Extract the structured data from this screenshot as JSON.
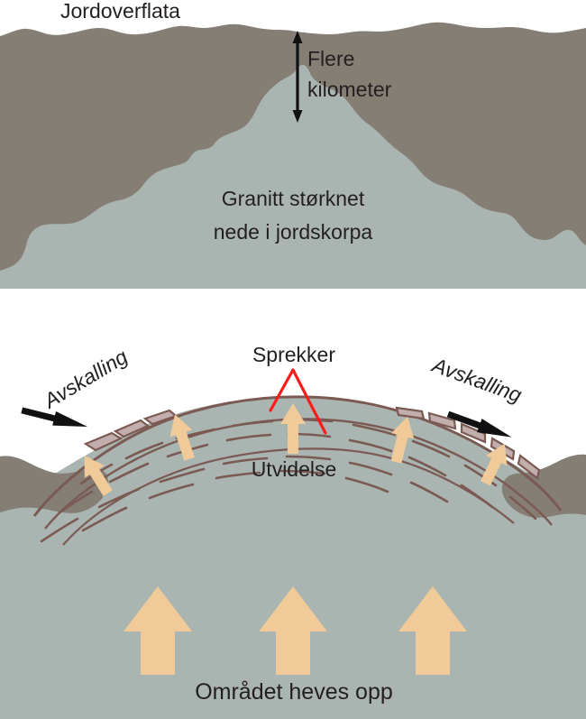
{
  "figure": {
    "title_hidden": "",
    "colors": {
      "soil": "#857E74",
      "granite": "#AAB5B1",
      "granite_outline": "#7A5A53",
      "flake_fill": "#C2AFAD",
      "arrow_tan": "#F0CB99",
      "arrow_black": "#111111",
      "crack_red": "#FF1A1A",
      "text": "#231f20",
      "background": "#FFFFFF"
    }
  },
  "panel_top": {
    "surface_label": "Jordoverflata",
    "depth_label_line1": "Flere",
    "depth_label_line2": "kilometer",
    "granite_label_line1": "Granitt størknet",
    "granite_label_line2": "nede i jordskorpa",
    "depth_arrow": "double-headed-vertical-arrow"
  },
  "panel_bottom": {
    "cracks_label": "Sprekker",
    "expansion_label": "Utvidelse",
    "exfoliation_label_left": "Avskalling",
    "exfoliation_label_right": "Avskalling",
    "uplift_label": "Området heves opp",
    "uplift_arrow_count": 3,
    "exfoliation_arrow_left": "arrow-pointing-left",
    "exfoliation_arrow_right": "arrow-pointing-right"
  }
}
